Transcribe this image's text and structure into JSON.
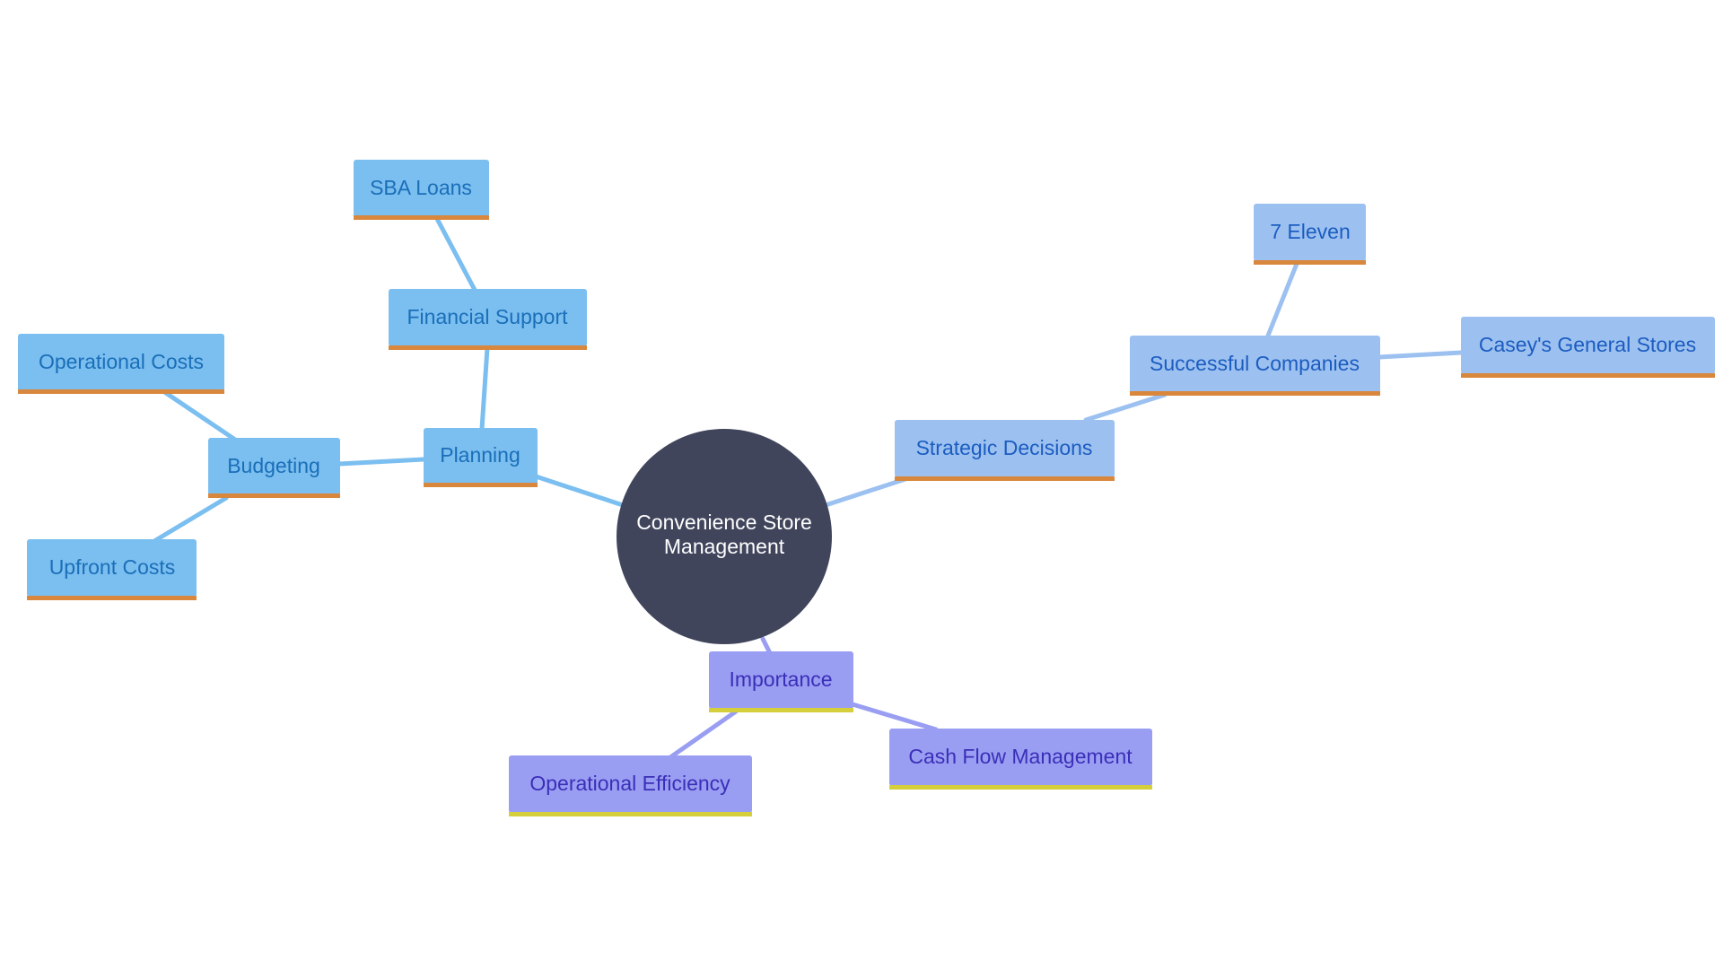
{
  "colors": {
    "root_fill": "#40455c",
    "root_text": "#ffffff",
    "branch_blue_fill": "#7bbef0",
    "branch_blue_text": "#1a6fb8",
    "branch_blue_edge": "#7bbef0",
    "branch_light_fill": "#9cc1f0",
    "branch_light_text": "#1c5cc0",
    "branch_light_edge": "#9cc1f0",
    "branch_purple_fill": "#9a9ef2",
    "branch_purple_text": "#3a2fb8",
    "branch_purple_edge": "#9a9ef2",
    "underline_orange": "#d9873c",
    "underline_yellow": "#d4cf3a"
  },
  "root": {
    "line1": "Convenience Store",
    "line2": "Management"
  },
  "nodes": {
    "planning": "Planning",
    "financial_support": "Financial Support",
    "sba_loans": "SBA Loans",
    "budgeting": "Budgeting",
    "operational_costs": "Operational Costs",
    "upfront_costs": "Upfront Costs",
    "strategic_decisions": "Strategic Decisions",
    "successful_companies": "Successful Companies",
    "seven_eleven": "7 Eleven",
    "caseys": "Casey's General Stores",
    "importance": "Importance",
    "operational_efficiency": "Operational Efficiency",
    "cash_flow_management": "Cash Flow Management"
  }
}
